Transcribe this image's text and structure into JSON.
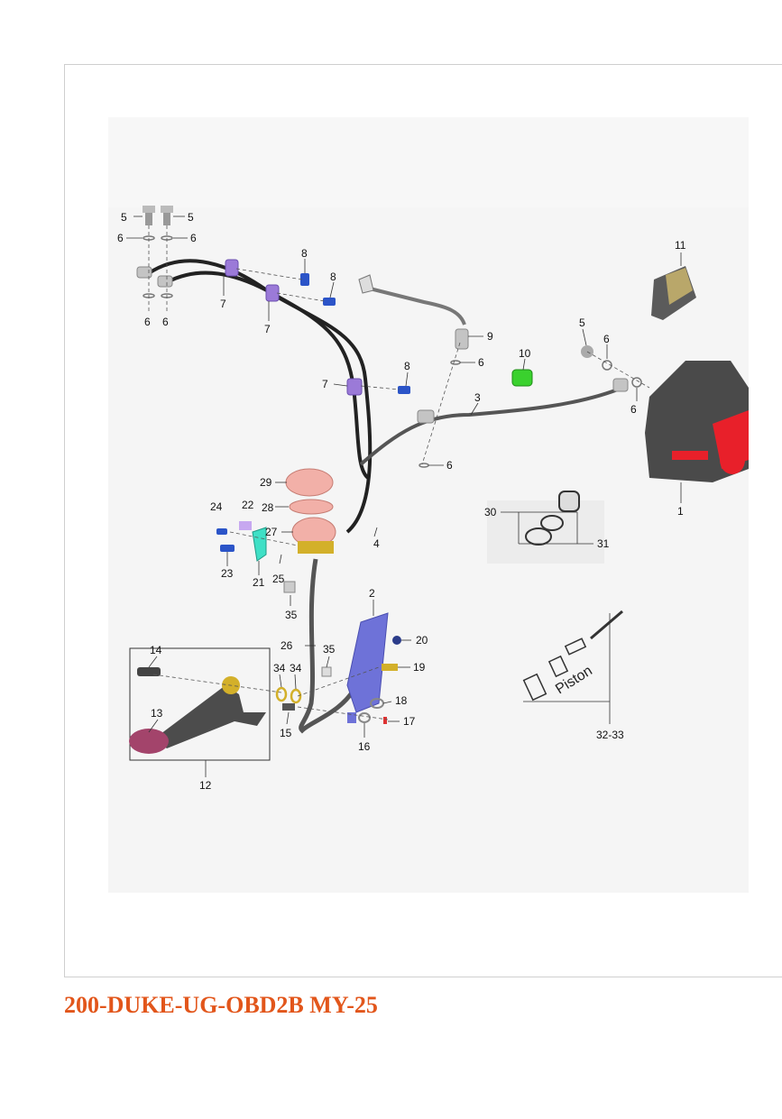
{
  "caption": "200-DUKE-UG-OBD2B MY-25",
  "colors": {
    "caption": "#e2561b",
    "clip_purple": "#9b7ad8",
    "bolt_blue": "#2b54c8",
    "pad_green": "#3ad12e",
    "reservoir_pink": "#f2b0a8",
    "master_cyl_blue": "#6e72d8",
    "caliper_red": "#e8202a",
    "brass": "#d3b02a"
  },
  "callouts": {
    "c1": "1",
    "c2": "2",
    "c3": "3",
    "c4": "4",
    "c5a": "5",
    "c5b": "5",
    "c5c": "5",
    "c6a": "6",
    "c6b": "6",
    "c6c": "6",
    "c6d": "6",
    "c6e": "6",
    "c6f": "6",
    "c6g": "6",
    "c6h": "6",
    "c7a": "7",
    "c7b": "7",
    "c7c": "7",
    "c8a": "8",
    "c8b": "8",
    "c8c": "8",
    "c9": "9",
    "c10": "10",
    "c11": "11",
    "c12": "12",
    "c13": "13",
    "c14": "14",
    "c15": "15",
    "c16": "16",
    "c17": "17",
    "c18": "18",
    "c19": "19",
    "c20": "20",
    "c21": "21",
    "c22": "22",
    "c23": "23",
    "c24": "24",
    "c25": "25",
    "c26": "26",
    "c27": "27",
    "c28": "28",
    "c29": "29",
    "c30": "30",
    "c31": "31",
    "c32_33": "32-33",
    "c34a": "34",
    "c34b": "34",
    "c35a": "35",
    "c35b": "35"
  },
  "piston_label": "Piston"
}
